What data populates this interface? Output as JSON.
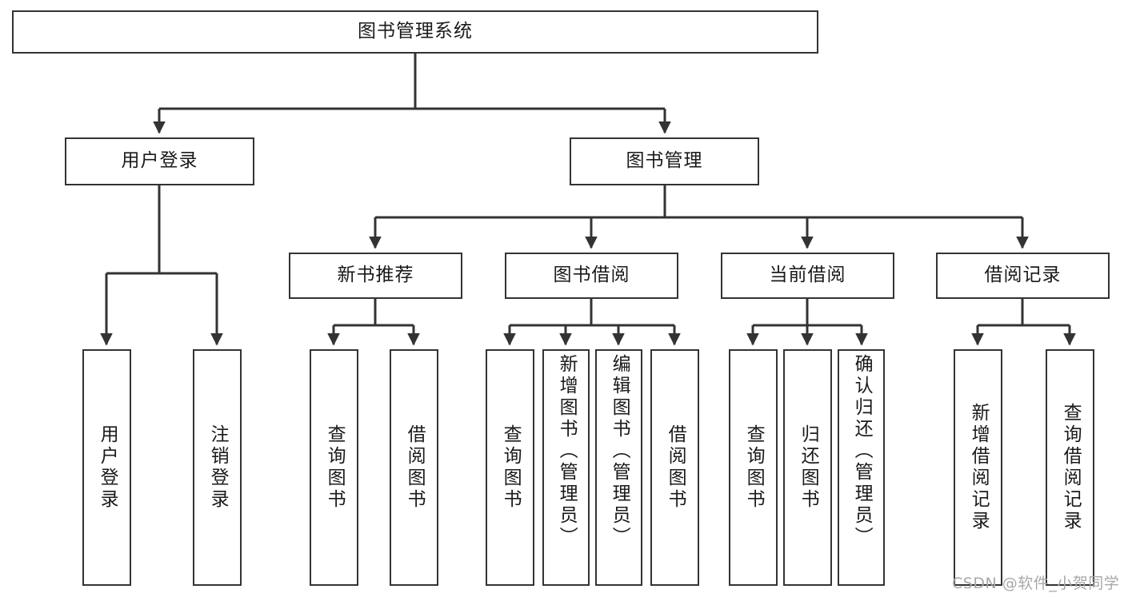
{
  "diagram": {
    "title": "图书管理系统",
    "type": "tree-hierarchy-diagram",
    "root": {
      "id": "root",
      "label": "图书管理系统",
      "orientation": "horizontal"
    },
    "level2": [
      {
        "id": "user-login",
        "label": "用户登录",
        "orientation": "horizontal"
      },
      {
        "id": "book-management",
        "label": "图书管理",
        "orientation": "horizontal"
      }
    ],
    "level3": [
      {
        "id": "new-book-recommend",
        "label": "新书推荐",
        "orientation": "horizontal",
        "parent": "book-management"
      },
      {
        "id": "book-borrow",
        "label": "图书借阅",
        "orientation": "horizontal",
        "parent": "book-management"
      },
      {
        "id": "current-borrow",
        "label": "当前借阅",
        "orientation": "horizontal",
        "parent": "book-management"
      },
      {
        "id": "borrow-record",
        "label": "借阅记录",
        "orientation": "horizontal",
        "parent": "book-management"
      }
    ],
    "leaves": [
      {
        "id": "leaf-user-login",
        "label": "用户登录",
        "parent": "user-login"
      },
      {
        "id": "leaf-logout-login",
        "label": "注销登录",
        "parent": "user-login"
      },
      {
        "id": "leaf-query-book-1",
        "label": "查询图书",
        "parent": "new-book-recommend"
      },
      {
        "id": "leaf-borrow-book-1",
        "label": "借阅图书",
        "parent": "new-book-recommend"
      },
      {
        "id": "leaf-query-book-2",
        "label": "查询图书",
        "parent": "book-borrow"
      },
      {
        "id": "leaf-add-book",
        "label": "新增图书（管理员）",
        "parent": "book-borrow"
      },
      {
        "id": "leaf-edit-book",
        "label": "编辑图书（管理员）",
        "parent": "book-borrow"
      },
      {
        "id": "leaf-borrow-book-2",
        "label": "借阅图书",
        "parent": "book-borrow"
      },
      {
        "id": "leaf-query-book-3",
        "label": "查询图书",
        "parent": "current-borrow"
      },
      {
        "id": "leaf-return-book",
        "label": "归还图书",
        "parent": "current-borrow"
      },
      {
        "id": "leaf-confirm-return",
        "label": "确认归还（管理员）",
        "parent": "current-borrow"
      },
      {
        "id": "leaf-add-record",
        "label": "新增借阅记录",
        "parent": "borrow-record"
      },
      {
        "id": "leaf-query-record",
        "label": "查询借阅记录",
        "parent": "borrow-record"
      }
    ],
    "colors": {
      "stroke": "#333333",
      "fill": "#ffffff",
      "text": "#1a1a1a",
      "watermark": "#a8a8a8"
    }
  },
  "watermark": {
    "text": "CSDN @软件_小贺同学"
  }
}
